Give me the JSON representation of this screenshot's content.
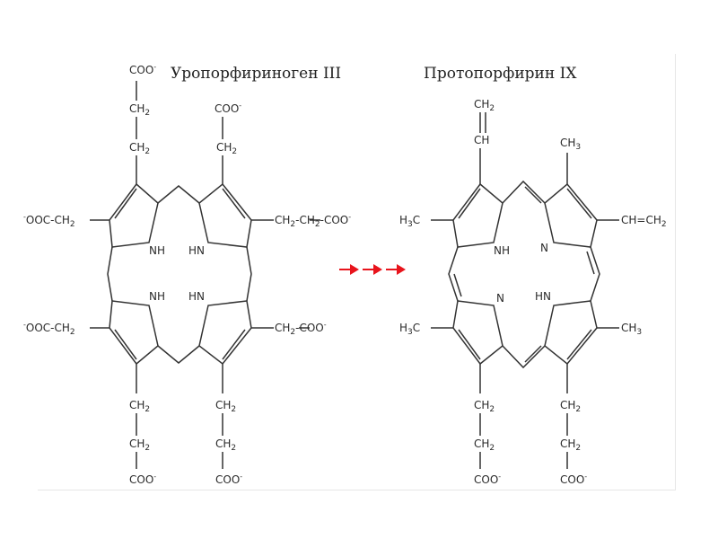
{
  "left_title": "Уропорфириноген III",
  "right_title": "Протопорфирин IX",
  "arrow_color": "#e8141c",
  "left": {
    "coo": "COO",
    "charge": "-",
    "ch2": "CH",
    "sub2": "2",
    "ooc_left": "OOC",
    "nh": "NH",
    "hn": "HN"
  },
  "right": {
    "ch2": "CH",
    "sub2": "2",
    "ch": "CH",
    "ch_eq_ch2": "CH=CH",
    "h3c": "H",
    "sub3": "3",
    "c_after": "C",
    "ch3": "CH",
    "coo": "COO",
    "charge": "-",
    "nh": "NH",
    "hn": "HN",
    "n": "N"
  }
}
